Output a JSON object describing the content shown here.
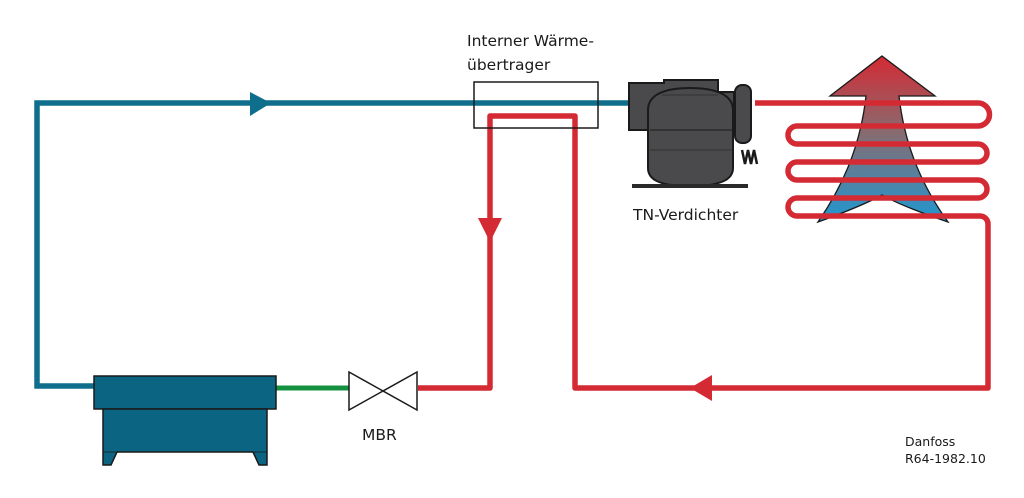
{
  "diagram": {
    "title": "Refrigeration cycle with internal heat exchanger",
    "labels": {
      "heat_exchanger_line1": "Interner Wärme-",
      "heat_exchanger_line2": "übertrager",
      "compressor": "TN-Verdichter",
      "valve": "MBR",
      "credit_line1": "Danfoss",
      "credit_line2": "R64-1982.10"
    },
    "components": [
      {
        "id": "evaporator",
        "kind": "cabinet-evaporator"
      },
      {
        "id": "expansion-valve",
        "kind": "valve",
        "label_key": "valve"
      },
      {
        "id": "internal-heat-exchanger",
        "kind": "heat-exchanger-box",
        "label_key": "heat_exchanger"
      },
      {
        "id": "compressor",
        "kind": "compressor",
        "label_key": "compressor"
      },
      {
        "id": "condenser",
        "kind": "serpentine-coil"
      },
      {
        "id": "heat-flow-arrow",
        "kind": "gradient-arrow",
        "direction": "up"
      }
    ],
    "flow_arrows": [
      {
        "id": "suction-flow",
        "direction": "right",
        "line": "suction"
      },
      {
        "id": "liquid-flow-down",
        "direction": "down",
        "line": "liquid"
      },
      {
        "id": "return-flow",
        "direction": "left",
        "line": "liquid"
      }
    ],
    "colors": {
      "suction_line": "#0f6e8c",
      "liquid_line": "#d42a34",
      "expansion_line": "#149040",
      "evaporator_fill": "#0b6582",
      "compressor_fill": "#4a4a4c",
      "arrow_top": "#d42a34",
      "arrow_bottom": "#1e98d2",
      "outline": "#1a1a1a"
    }
  }
}
